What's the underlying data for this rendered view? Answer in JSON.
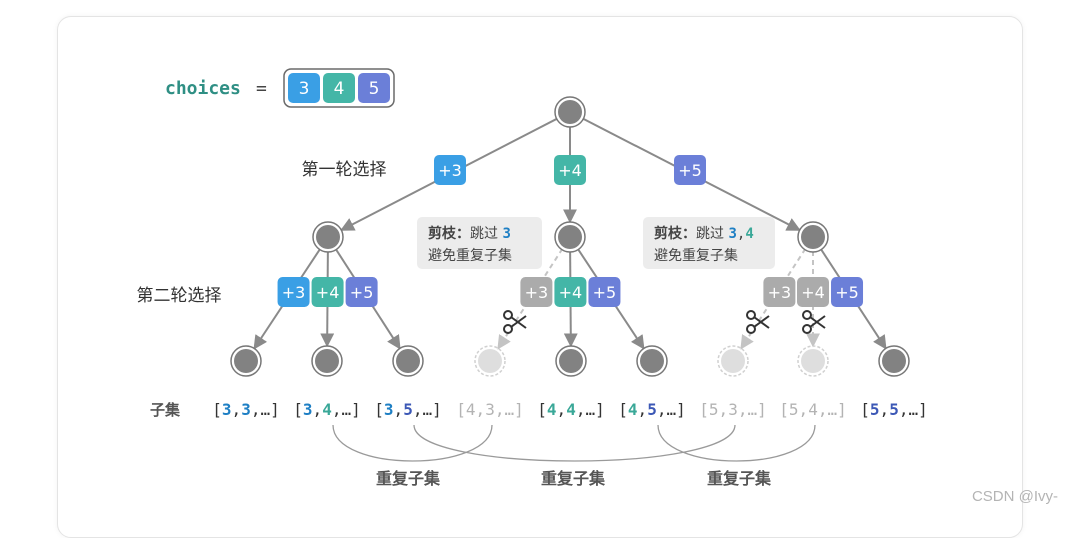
{
  "choices": {
    "label": "choices",
    "equals": "=",
    "values": [
      "3",
      "4",
      "5"
    ]
  },
  "rounds": {
    "first": "第一轮选择",
    "second": "第二轮选择"
  },
  "first_round_edges": [
    "+3",
    "+4",
    "+5"
  ],
  "second_round_groups": [
    {
      "edges": [
        "+3",
        "+4",
        "+5"
      ],
      "pruned": [
        false,
        false,
        false
      ]
    },
    {
      "edges": [
        "+3",
        "+4",
        "+5"
      ],
      "pruned": [
        true,
        false,
        false
      ]
    },
    {
      "edges": [
        "+3",
        "+4",
        "+5"
      ],
      "pruned": [
        true,
        true,
        false
      ]
    }
  ],
  "prune_notes": [
    {
      "title": "剪枝：",
      "text": "跳过 ",
      "values": [
        "3"
      ],
      "sep": ",",
      "line2": "避免重复子集"
    },
    {
      "title": "剪枝：",
      "text": "跳过 ",
      "values": [
        "3",
        "4"
      ],
      "sep": ",",
      "line2": "避免重复子集"
    }
  ],
  "subsets_label": "子集",
  "subsets": [
    {
      "values": [
        "3",
        "3"
      ],
      "pruned": false
    },
    {
      "values": [
        "3",
        "4"
      ],
      "pruned": false
    },
    {
      "values": [
        "3",
        "5"
      ],
      "pruned": false
    },
    {
      "values": [
        "4",
        "3"
      ],
      "pruned": true
    },
    {
      "values": [
        "4",
        "4"
      ],
      "pruned": false
    },
    {
      "values": [
        "4",
        "5"
      ],
      "pruned": false
    },
    {
      "values": [
        "5",
        "3"
      ],
      "pruned": true
    },
    {
      "values": [
        "5",
        "4"
      ],
      "pruned": true
    },
    {
      "values": [
        "5",
        "5"
      ],
      "pruned": false
    }
  ],
  "subset_ellipsis": "…",
  "duplicate_label": "重复子集",
  "duplicate_pairs": [
    [
      1,
      3
    ],
    [
      2,
      6
    ],
    [
      5,
      7
    ]
  ],
  "watermark": "CSDN @Ivy-",
  "colors": {
    "choice3": "#3a9fe5",
    "choice4": "#44b6a7",
    "choice5": "#6b7fd8",
    "pruned": "#ababab",
    "node": "#828282",
    "node_pruned": "#dedede",
    "edge": "#8a8a8a",
    "label_teal": "#2f8f84",
    "val3": "#1e7fc4",
    "val4": "#3aa898",
    "val5": "#3c58b6"
  }
}
